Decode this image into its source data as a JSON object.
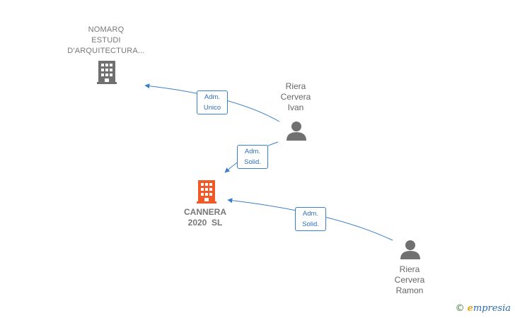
{
  "nodes": {
    "nomarq": {
      "label_lines": [
        "NOMARQ",
        "ESTUDI",
        "D'ARQUITECTURA..."
      ],
      "icon": "building-icon",
      "color": "#707070"
    },
    "riera_ivan": {
      "label_lines": [
        "Riera",
        "Cervera",
        "Ivan"
      ],
      "icon": "person-icon",
      "color": "#707070"
    },
    "cannera": {
      "label_lines": [
        "CANNERA",
        "2020  SL"
      ],
      "icon": "building-icon",
      "color": "#f05a28"
    },
    "riera_ramon": {
      "label_lines": [
        "Riera",
        "Cervera",
        "Ramon"
      ],
      "icon": "person-icon",
      "color": "#707070"
    }
  },
  "edges": [
    {
      "from": "riera_ivan",
      "to": "nomarq",
      "label_lines": [
        "Adm.",
        "Unico"
      ]
    },
    {
      "from": "riera_ivan",
      "to": "cannera",
      "label_lines": [
        "Adm.",
        "Solid."
      ]
    },
    {
      "from": "riera_ramon",
      "to": "cannera",
      "label_lines": [
        "Adm.",
        "Solid."
      ]
    }
  ],
  "colors": {
    "edge": "#3a7fc9"
  },
  "footer": {
    "copyright": "©",
    "brand_e": "e",
    "brand_rest": "mpresia"
  }
}
